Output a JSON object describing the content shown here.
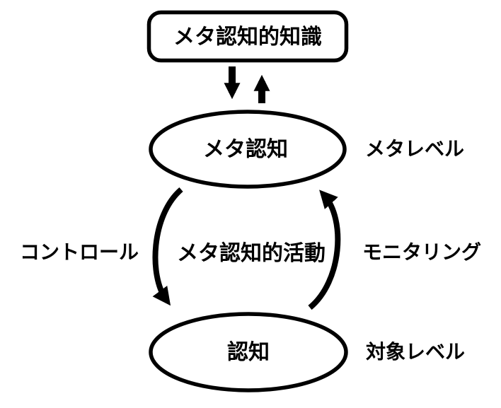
{
  "diagram": {
    "title_implied": "メタ認知モデル図",
    "colors": {
      "background": "#ffffff",
      "ink": "#000000"
    },
    "nodes": {
      "knowledge_box": {
        "label": "メタ認知的知識",
        "shape": "rounded-rectangle"
      },
      "meta_ellipse": {
        "label": "メタ認知",
        "shape": "ellipse"
      },
      "cognition_ellipse": {
        "label": "認知",
        "shape": "ellipse"
      }
    },
    "side_labels": {
      "meta_level": "メタレベル",
      "object_level": "対象レベル"
    },
    "center_label": {
      "activity": "メタ認知的活動"
    },
    "arrow_labels": {
      "control": "コントロール",
      "monitoring": "モニタリング"
    },
    "arrows": [
      {
        "name": "down-arrow",
        "from": "knowledge_box",
        "to": "meta_ellipse",
        "direction": "down"
      },
      {
        "name": "up-arrow",
        "from": "meta_ellipse",
        "to": "knowledge_box",
        "direction": "up"
      },
      {
        "name": "control-arrow",
        "from": "meta_ellipse",
        "to": "cognition_ellipse",
        "direction": "down-left-curve"
      },
      {
        "name": "monitoring-arrow",
        "from": "cognition_ellipse",
        "to": "meta_ellipse",
        "direction": "up-right-curve"
      }
    ]
  }
}
